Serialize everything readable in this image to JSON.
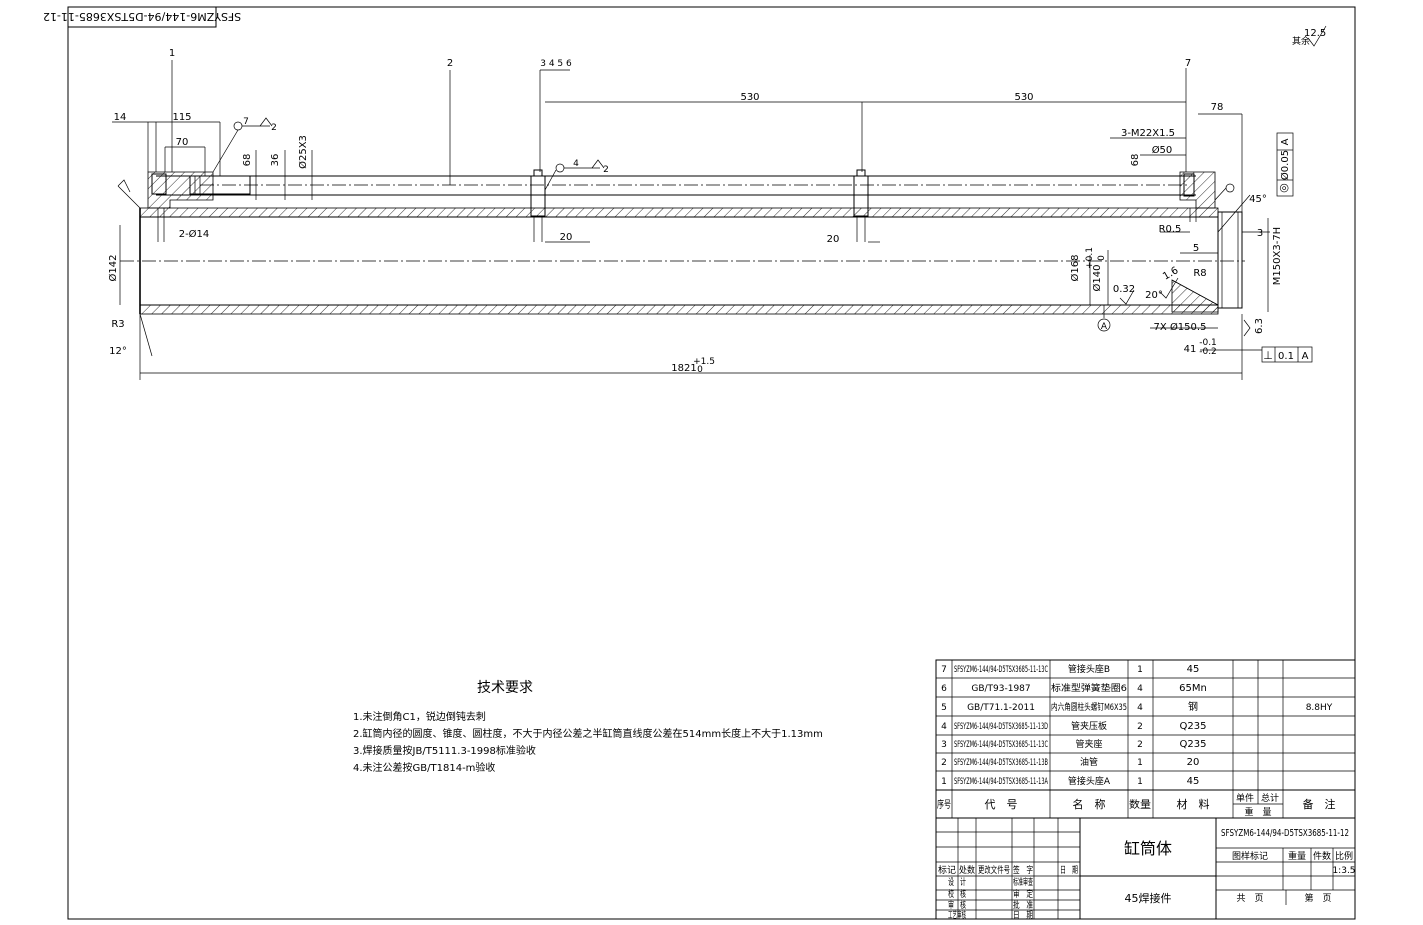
{
  "drawing_number_top": "SFSYZM6-144/94-D5TSX3685-11-12",
  "roughness_note": "其余",
  "roughness_value": "12.5",
  "part_labels": [
    "1",
    "2",
    "3 4 5 6",
    "7"
  ],
  "dimensions": {
    "d14": "14",
    "d115": "115",
    "d70": "70",
    "d68a": "68",
    "d36": "36",
    "d25x3": "Ø25X3",
    "d2phi14": "2-Ø14",
    "d530a": "530",
    "d530b": "530",
    "d20a": "20",
    "d20b": "20",
    "d78": "78",
    "d3m22": "3-M22X1.5",
    "d50": "Ø50",
    "d68b": "68",
    "dr05": "R0.5",
    "d5": "5",
    "d3": "3",
    "dm150": "M150X3-7H",
    "d142": "Ø142",
    "d168": "Ø168",
    "d140": "Ø140",
    "d140tol": "+0.1",
    "d140tol0": "0",
    "d032": "0.32",
    "d16": "1.6",
    "dr8": "R8",
    "d20deg": "20°",
    "d45deg": "45°",
    "d7x150": "7X Ø150.5",
    "d41": "41",
    "d41tol": "-0.1",
    "d41tol2": "-0.2",
    "d63": "6.3",
    "dr3": "R3",
    "d12deg": "12°",
    "d1821": "1821",
    "d1821tol": "+1.5",
    "d1821tol0": "0",
    "datum_a": "A",
    "weld7": "7",
    "weld2": "2",
    "weld4": "4",
    "weld2b": "2"
  },
  "tolerance_frames": [
    {
      "symbol": "◎",
      "value": "Ø0.05",
      "datum": "A"
    },
    {
      "symbol": "⊥",
      "value": "0.1",
      "datum": "A"
    }
  ],
  "tech_req": {
    "title": "技术要求",
    "items": [
      "1.未注倒角C1，锐边倒钝去刺",
      "2.缸筒内径的圆度、锥度、圆柱度，不大于内径公差之半缸筒直线度公差在514mm长度上不大于1.13mm",
      "3.焊接质量按JB/T5111.3-1998标准验收",
      "4.未注公差按GB/T1814-m验收"
    ]
  },
  "bom": {
    "rows": [
      {
        "no": "7",
        "code": "SFSYZM6-144/94-D5TSX3685-11-13C",
        "name": "管接头座B",
        "qty": "1",
        "material": "45",
        "remark": ""
      },
      {
        "no": "6",
        "code": "GB/T93-1987",
        "name": "标准型弹簧垫圈6",
        "qty": "4",
        "material": "65Mn",
        "remark": ""
      },
      {
        "no": "5",
        "code": "GB/T71.1-2011",
        "name": "内六角圆柱头螺钉M6X35",
        "qty": "4",
        "material": "钢",
        "remark": "8.8HY"
      },
      {
        "no": "4",
        "code": "SFSYZM6-144/94-D5TSX3685-11-13D",
        "name": "管夹压板",
        "qty": "2",
        "material": "Q235",
        "remark": ""
      },
      {
        "no": "3",
        "code": "SFSYZM6-144/94-D5TSX3685-11-13C",
        "name": "管夹座",
        "qty": "2",
        "material": "Q235",
        "remark": ""
      },
      {
        "no": "2",
        "code": "SFSYZM6-144/94-D5TSX3685-11-13B",
        "name": "油管",
        "qty": "1",
        "material": "20",
        "remark": ""
      },
      {
        "no": "1",
        "code": "SFSYZM6-144/94-D5TSX3685-11-13A",
        "name": "管接头座A",
        "qty": "1",
        "material": "45",
        "remark": ""
      }
    ],
    "headers": {
      "no": "序号",
      "code": "代　号",
      "name": "名　称",
      "qty": "数量",
      "material": "材　料",
      "unit": "单件",
      "total": "总计",
      "weight": "重　量",
      "remark": "备　注"
    }
  },
  "title_block": {
    "part_name": "缸筒体",
    "material": "45焊接件",
    "drawing_no": "SFSYZM6-144/94-D5TSX3685-11-12",
    "labels": {
      "mark": "标记",
      "count": "处数",
      "change_doc": "更改文件号",
      "sign": "签　字",
      "date": "日　期",
      "design": "设　计",
      "draw": "校　核",
      "check": "审　核",
      "process": "工艺审核",
      "std": "标准审查",
      "approve": "审　定",
      "batch": "批　准",
      "date2": "日　期",
      "stage": "图样标记",
      "weight": "重量",
      "qty": "件数",
      "scale": "比例",
      "sheet": "共　页",
      "sheet2": "第　页"
    },
    "scale": "1:3.5"
  }
}
